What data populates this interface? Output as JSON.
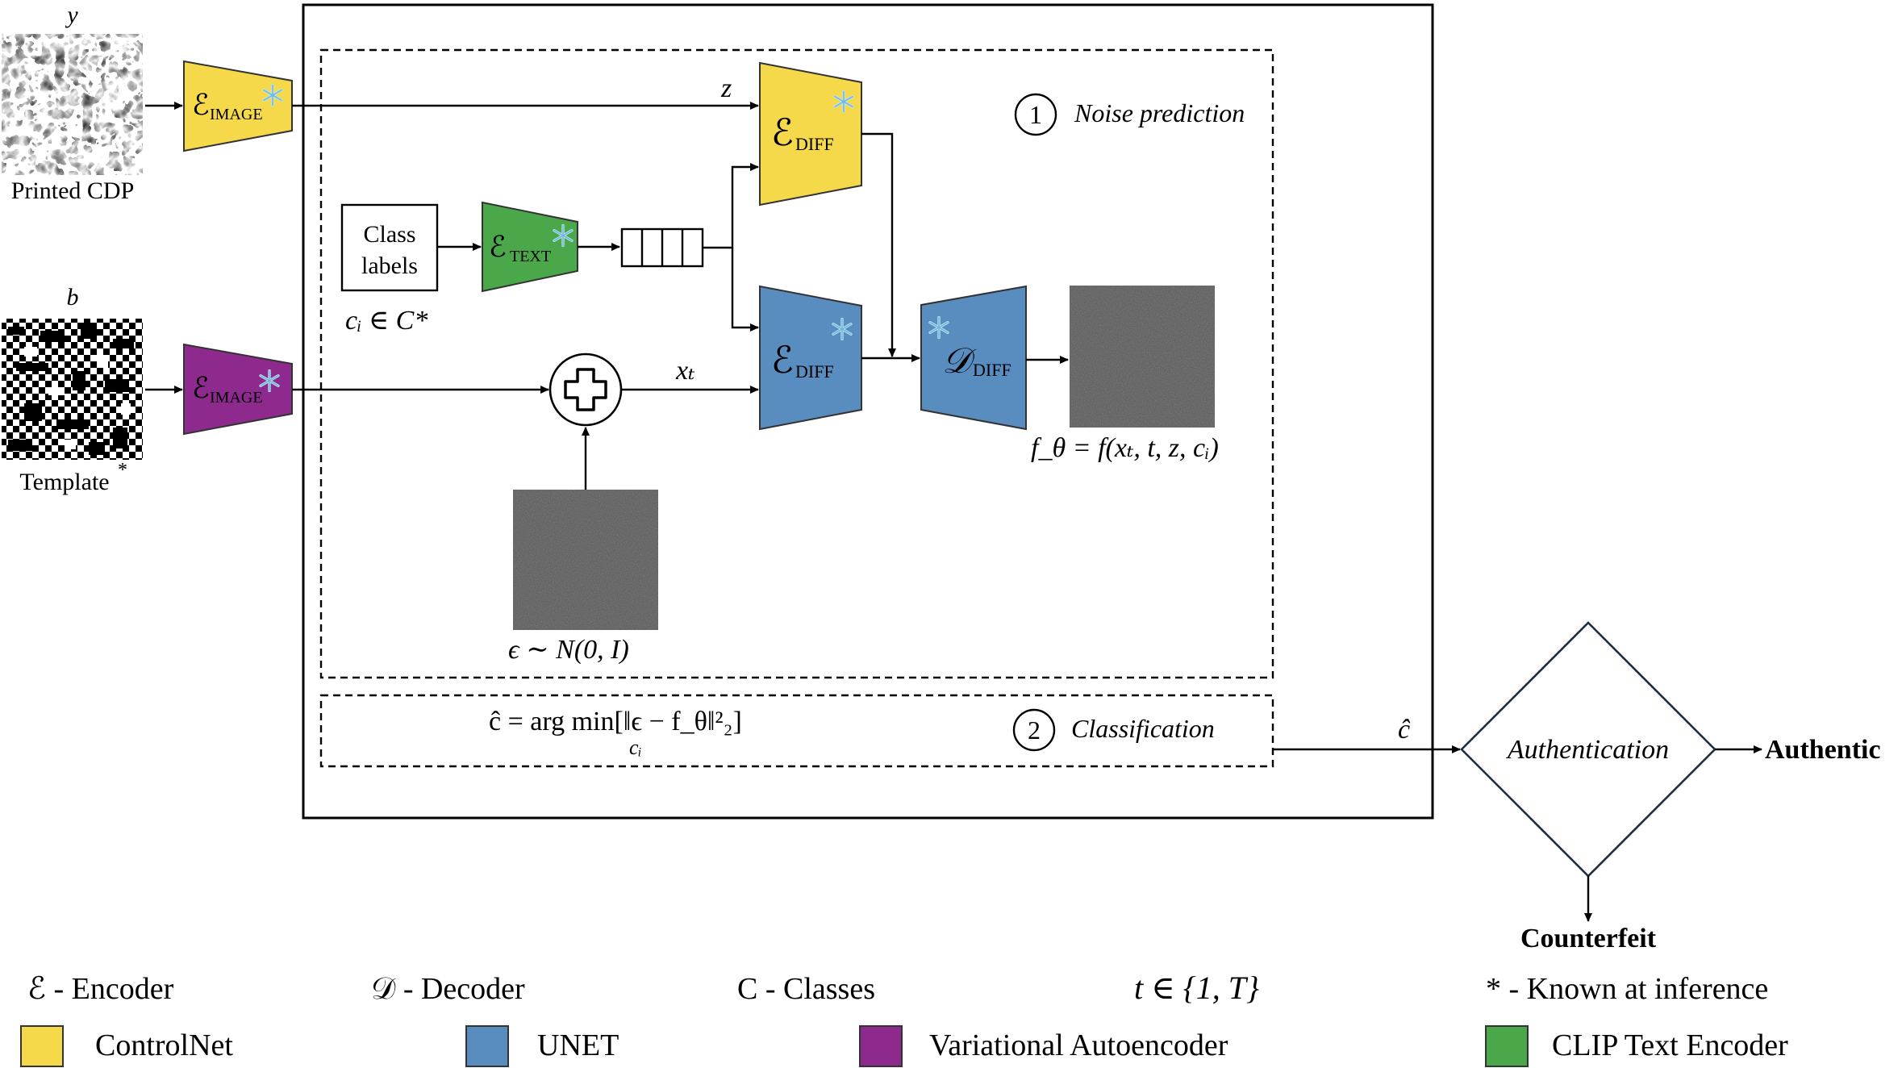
{
  "inputs": {
    "printed": {
      "symbol": "y",
      "caption": "Printed CDP"
    },
    "template": {
      "symbol": "b",
      "caption": "Template",
      "mark": "*"
    }
  },
  "blocks": {
    "enc_image_top": {
      "main": "ℰ",
      "sub": "IMAGE"
    },
    "enc_image_bottom": {
      "main": "ℰ",
      "sub": "IMAGE"
    },
    "enc_text": {
      "main": "ℰ",
      "sub": "TEXT"
    },
    "enc_diff_top": {
      "main": "ℰ",
      "sub": "DIFF"
    },
    "enc_diff_bottom": {
      "main": "ℰ",
      "sub": "DIFF"
    },
    "dec_diff": {
      "main": "𝒟",
      "sub": "DIFF"
    }
  },
  "class_box": {
    "line1": "Class",
    "line2": "labels",
    "formula": "cᵢ ∈ C*"
  },
  "signals": {
    "z": "z",
    "xt": "xₜ",
    "c_hat": "ĉ"
  },
  "noise_label": "ϵ ∼ N(0, I)",
  "output_label": "f_θ = f(xₜ, t, z, cᵢ)",
  "stage1": {
    "number": "1",
    "title": "Noise prediction"
  },
  "stage2": {
    "number": "2",
    "title": "Classification",
    "formula": "ĉ = arg min[‖ϵ − f_θ‖²₂]",
    "sub": "cᵢ"
  },
  "decision": {
    "label": "Authentication",
    "yes": "Authentic",
    "no": "Counterfeit"
  },
  "legend": {
    "row1": [
      "ℰ - Encoder",
      "𝒟 - Decoder",
      "C - Classes",
      "t ∈ {1, T}",
      "* - Known at inference"
    ],
    "row2": [
      {
        "label": "ControlNet",
        "color": "#f5d94a"
      },
      {
        "label": "UNET",
        "color": "#5a8dbf"
      },
      {
        "label": "Variational Autoencoder",
        "color": "#8e2a8e"
      },
      {
        "label": "CLIP Text Encoder",
        "color": "#4aa84a"
      }
    ]
  },
  "colors": {
    "controlnet": "#f5d94a",
    "unet": "#5a8dbf",
    "vae": "#8e2a8e",
    "clip": "#4aa84a",
    "noise": "#555555"
  }
}
